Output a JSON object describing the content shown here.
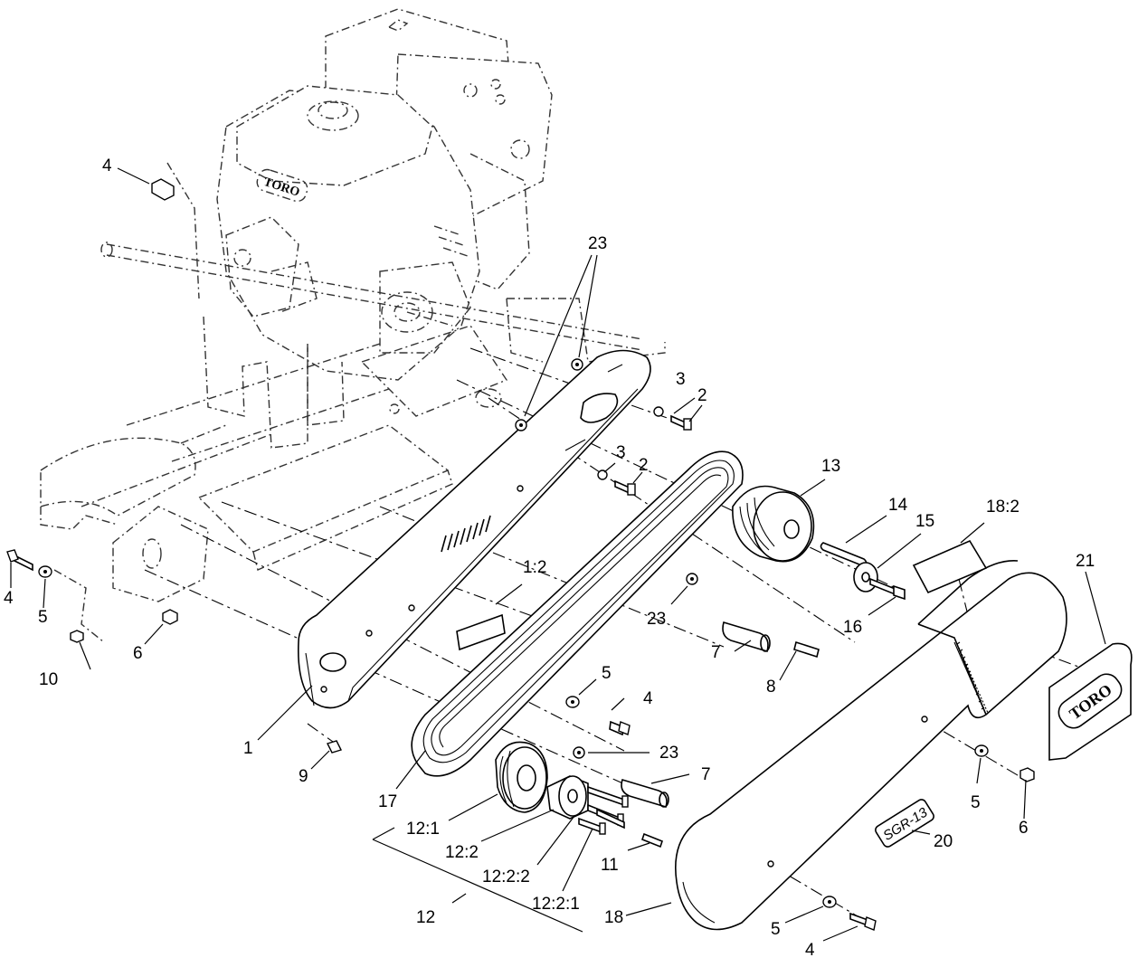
{
  "callouts": {
    "c1": "1",
    "c1_2": "1:2",
    "c2a": "2",
    "c2b": "2",
    "c3a": "3",
    "c3b": "3",
    "c4a": "4",
    "c4b": "4",
    "c4c": "4",
    "c4d": "4",
    "c5a": "5",
    "c5b": "5",
    "c5c": "5",
    "c5d": "5",
    "c6a": "6",
    "c6b": "6",
    "c7a": "7",
    "c7b": "7",
    "c8": "8",
    "c9": "9",
    "c10": "10",
    "c11": "11",
    "c12": "12",
    "c12_1": "12:1",
    "c12_2": "12:2",
    "c12_2_1": "12:2:1",
    "c12_2_2": "12:2:2",
    "c13": "13",
    "c14": "14",
    "c15": "15",
    "c16": "16",
    "c17": "17",
    "c18": "18",
    "c18_2": "18:2",
    "c20": "20",
    "c21": "21",
    "c23a": "23",
    "c23b": "23",
    "c23c": "23"
  },
  "labels": {
    "engine_logo": "TORO",
    "decal_logo": "TORO",
    "guard_model": "SGR-13"
  }
}
